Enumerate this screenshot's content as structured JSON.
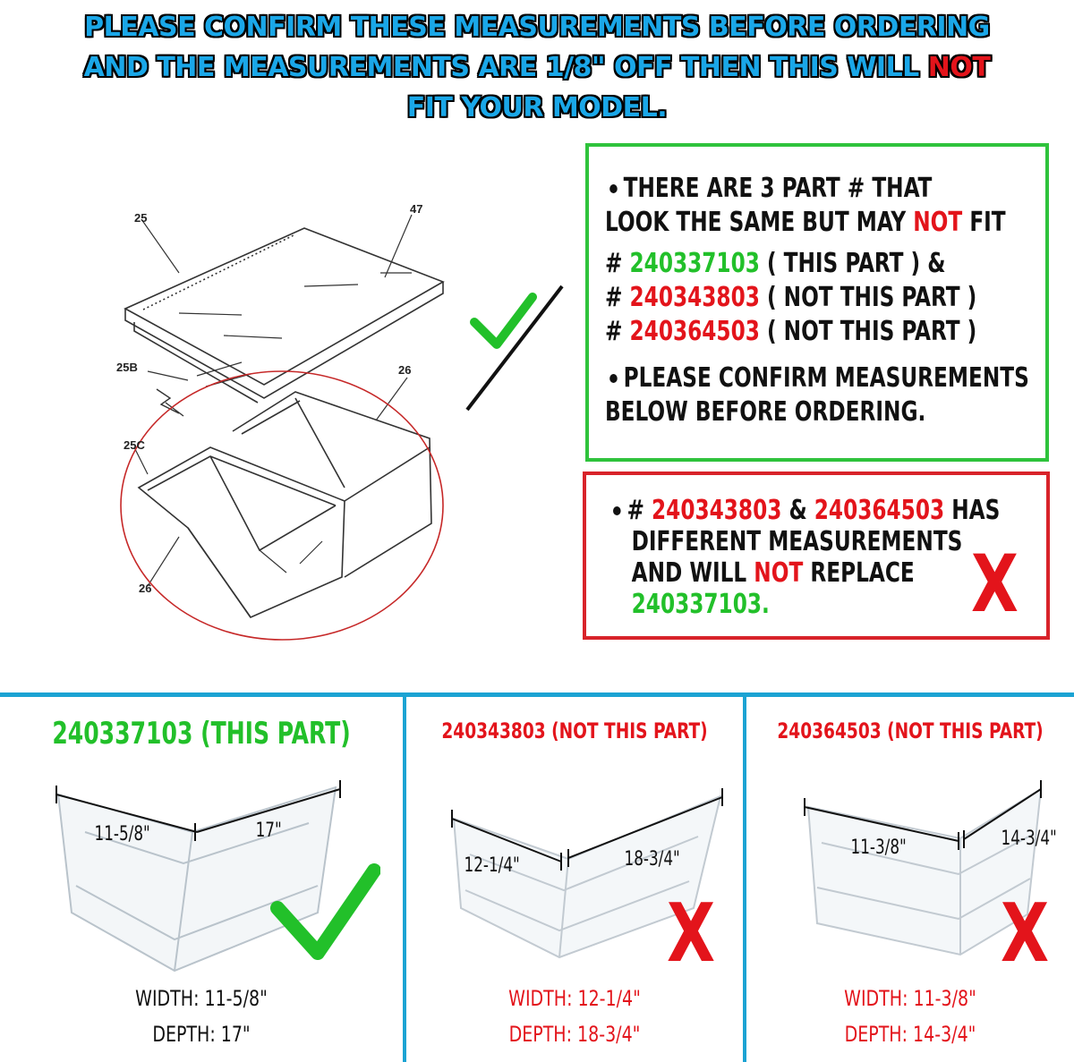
{
  "banner": {
    "line1": "PLEASE CONFIRM THESE MEASUREMENTS BEFORE ORDERING",
    "line2_before": "AND THE MEASUREMENTS ARE 1/8\" OFF THEN THIS WILL ",
    "line2_hot": "NOT",
    "line3": "FIT YOUR MODEL."
  },
  "diagram": {
    "labels": [
      "25",
      "47",
      "25B",
      "26",
      "25C",
      "26"
    ]
  },
  "green_box": {
    "line1": "THERE ARE 3 PART # THAT",
    "line2_before": "LOOK THE SAME BUT MAY ",
    "line2_hot": "NOT",
    "line2_after": " FIT",
    "hash": "#",
    "part1": "240337103",
    "part1_note": "( THIS PART ) &",
    "part2": "240343803",
    "part2_note": "( NOT THIS PART )",
    "part3": "240364503",
    "part3_note": "( NOT THIS PART )",
    "confirm1": "PLEASE CONFIRM MEASUREMENTS",
    "confirm2": "BELOW BEFORE ORDERING."
  },
  "red_box": {
    "hash": "#",
    "part_a": "240343803",
    "amp": "&",
    "part_b": "240364503",
    "has": "HAS",
    "line2": "DIFFERENT MEASUREMENTS",
    "line3_before": "AND WILL ",
    "line3_hot": "NOT",
    "line3_after": " REPLACE",
    "line4": "240337103.",
    "x_mark": "X"
  },
  "columns": [
    {
      "title": "240337103 (THIS PART)",
      "dim_width": "11-5/8\"",
      "dim_depth": "17\"",
      "width": "WIDTH: 11-5/8\"",
      "depth": "DEPTH: 17\"",
      "status": "match"
    },
    {
      "title": "240343803 (NOT THIS PART)",
      "dim_width": "12-1/4\"",
      "dim_depth": "18-3/4\"",
      "width": "WIDTH: 12-1/4\"",
      "depth": "DEPTH: 18-3/4\"",
      "mark": "X",
      "status": "mismatch"
    },
    {
      "title": "240364503 (NOT THIS PART)",
      "dim_width": "11-3/8\"",
      "dim_depth": "14-3/4\"",
      "width": "WIDTH: 11-3/8\"",
      "depth": "DEPTH: 14-3/4\"",
      "mark": "X",
      "status": "mismatch"
    }
  ],
  "colors": {
    "banner_blue": "#1aa7e8",
    "red": "#e3141b",
    "green": "#22c02a",
    "separator": "#1ba3d3"
  }
}
